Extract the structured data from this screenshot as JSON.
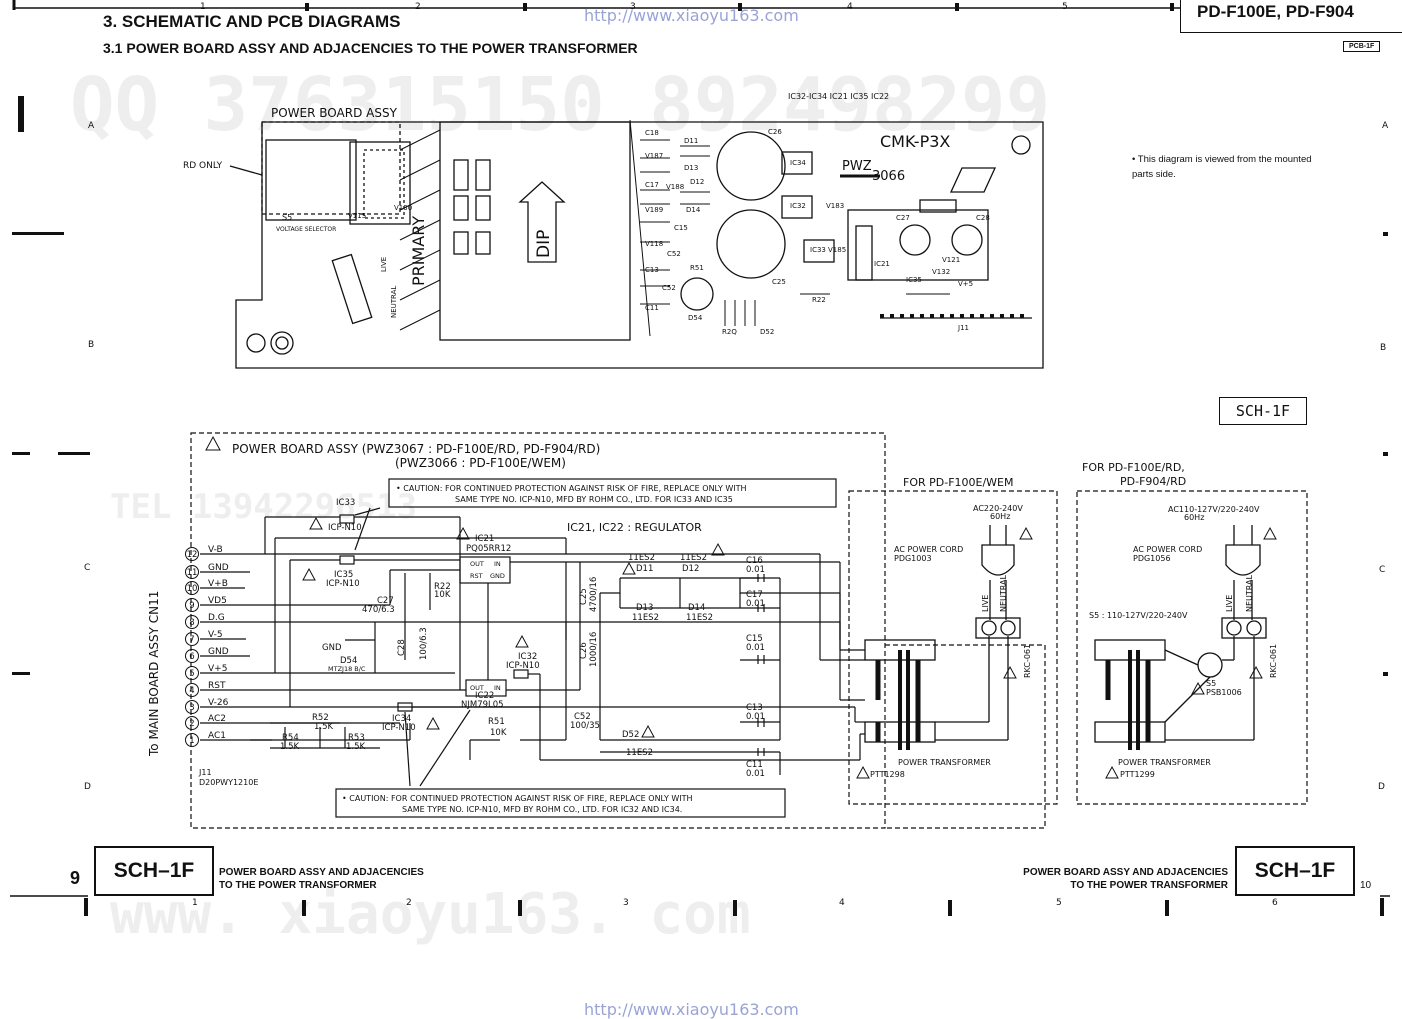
{
  "header": {
    "section_title": "3. SCHEMATIC AND PCB DIAGRAMS",
    "subsection_title": "3.1 POWER BOARD ASSY AND ADJACENCIES TO THE POWER TRANSFORMER",
    "model_names": "PD-F100E, PD-F904",
    "url": "http://www.xiaoyu163.com",
    "pcb_tag": "PCB-1F"
  },
  "grid": {
    "columns": [
      "1",
      "2",
      "3",
      "4",
      "5",
      "6"
    ],
    "rows": [
      "A",
      "B",
      "C",
      "D"
    ]
  },
  "pcb": {
    "board_label": "POWER BOARD ASSY",
    "rd_only": "RD ONLY",
    "ic_top_labels": "IC32-IC34   IC21        IC35 IC22",
    "board_name": "CMK-P3X",
    "pwz": "PWZ",
    "pwz_number": "3066",
    "primary": "PRIMARY",
    "dip": "DIP",
    "s5_label": "S5",
    "voltage_selector": "VOLTAGE SELECTOR",
    "live": "LIVE",
    "neutral": "NEUTRAL",
    "comp_labels": [
      "C18",
      "D11",
      "V187",
      "C26",
      "D13",
      "C17",
      "V188",
      "D12",
      "V189",
      "D14",
      "V118",
      "C52",
      "R51",
      "C13",
      "C15",
      "C52",
      "C11",
      "D54",
      "C25",
      "IC34",
      "IC32",
      "V183",
      "IC33",
      "V185",
      "IC21",
      "C27",
      "C28",
      "V121",
      "V132",
      "IC35",
      "V+5",
      "R22",
      "J11",
      "V115",
      "V130",
      "R2Q",
      "D52"
    ]
  },
  "note": "• This diagram is viewed from the mounted parts side.",
  "sch_tag": "SCH-1F",
  "schematic": {
    "board_title": "POWER BOARD ASSY (PWZ3067 : PD-F100E/RD, PD-F904/RD)",
    "board_title_2": "(PWZ3066 : PD-F100E/WEM)",
    "caution_top_1": "• CAUTION: FOR CONTINUED PROTECTION AGAINST RISK OF FIRE, REPLACE ONLY WITH",
    "caution_top_2": "SAME TYPE NO. ICP-N10, MFD BY ROHM CO., LTD. FOR IC33 AND IC35",
    "caution_bottom_1": "• CAUTION: FOR CONTINUED PROTECTION AGAINST RISK OF FIRE, REPLACE ONLY WITH",
    "caution_bottom_2": "SAME TYPE NO. ICP-N10, MFD BY ROHM CO., LTD. FOR IC32 AND IC34.",
    "regulator_note": "IC21, IC22 : REGULATOR",
    "connector_title": "To MAIN BOARD ASSY CN11",
    "connector_part": "J11",
    "connector_part_no": "D20PWY1210E",
    "pins": [
      {
        "num": "12",
        "label": "V-B"
      },
      {
        "num": "11",
        "label": "GND"
      },
      {
        "num": "10",
        "label": "V+B"
      },
      {
        "num": "9",
        "label": "VD5"
      },
      {
        "num": "8",
        "label": "D.G"
      },
      {
        "num": "7",
        "label": "V-5"
      },
      {
        "num": "6",
        "label": "GND"
      },
      {
        "num": "5",
        "label": "V+5"
      },
      {
        "num": "4",
        "label": "RST"
      },
      {
        "num": "3",
        "label": "V-26"
      },
      {
        "num": "2",
        "label": "AC2"
      },
      {
        "num": "1",
        "label": "AC1"
      }
    ],
    "components": {
      "ic33": "IC33",
      "ic33_part": "ICP-N10",
      "ic35": "IC35",
      "ic35_part": "ICP-N10",
      "ic21": "IC21",
      "ic21_part": "PQ05RR12",
      "ic32": "IC32",
      "ic32_part": "ICP-N10",
      "ic22": "IC22",
      "ic22_part": "NJM79L05",
      "ic34": "IC34",
      "ic34_part": "ICP-N10",
      "c27": "C27",
      "c27_val": "470/6.3",
      "r22": "R22",
      "r22_val": "10K",
      "c28": "C28",
      "c28_val": "100/6.3",
      "d54": "D54",
      "d54_part": "MTZJ18 B/C",
      "c25": "C25",
      "c25_val": "4700/16",
      "c26": "C26",
      "c26_val": "1000/16",
      "r52": "R52",
      "r52_val": "1.5K",
      "r54": "R54",
      "r54_val": "1.5K",
      "r53": "R53",
      "r53_val": "1.5K",
      "r51": "R51",
      "r51_val": "10K",
      "c52": "C52",
      "c52_val": "100/35",
      "d52": "D52",
      "d52_part": "11ES2",
      "d11": "D11",
      "d12": "D12",
      "d13": "D13",
      "d14": "D14",
      "d_part": "11ES2",
      "c16": "C16",
      "c16_val": "0.01",
      "c17": "C17",
      "c17_val": "0.01",
      "c15": "C15",
      "c15_val": "0.01",
      "c13": "C13",
      "c13_val": "0.01",
      "c11": "C11",
      "c11_val": "0.01",
      "out": "OUT",
      "in": "IN",
      "rst": "RST",
      "gnd": "GND"
    }
  },
  "transformer_wem": {
    "title": "FOR PD-F100E/WEM",
    "voltage": "AC220-240V",
    "freq": "60Hz",
    "cord": "AC POWER CORD",
    "cord_part": "PDG1003",
    "live": "LIVE",
    "neutral": "NEUTRAL",
    "terminal": "RKC-061",
    "transformer": "POWER TRANSFORMER",
    "transformer_part": "PTT1298"
  },
  "transformer_rd": {
    "title": "FOR PD-F100E/RD,",
    "title_2": "PD-F904/RD",
    "voltage": "AC110-127V/220-240V",
    "freq": "60Hz",
    "cord": "AC POWER CORD",
    "cord_part": "PDG1056",
    "selector": "S5 : 110-127V/220-240V",
    "live": "LIVE",
    "neutral": "NEUTRAL",
    "terminal": "RKC-061",
    "s5": "S5",
    "s5_part": "PSB1006",
    "transformer": "POWER TRANSFORMER",
    "transformer_part": "PTT1299"
  },
  "footer": {
    "left_tag": "SCH–1F",
    "right_tag": "SCH–1F",
    "caption_1": "POWER BOARD ASSY AND ADJACENCIES",
    "caption_2": "TO THE POWER TRANSFORMER",
    "page_left": "9",
    "page_right": "10"
  },
  "watermarks": {
    "qq": "QQ 376315150  892498299",
    "tel": "TEL 13942296513",
    "site": "www. xiaoyu163. com"
  }
}
